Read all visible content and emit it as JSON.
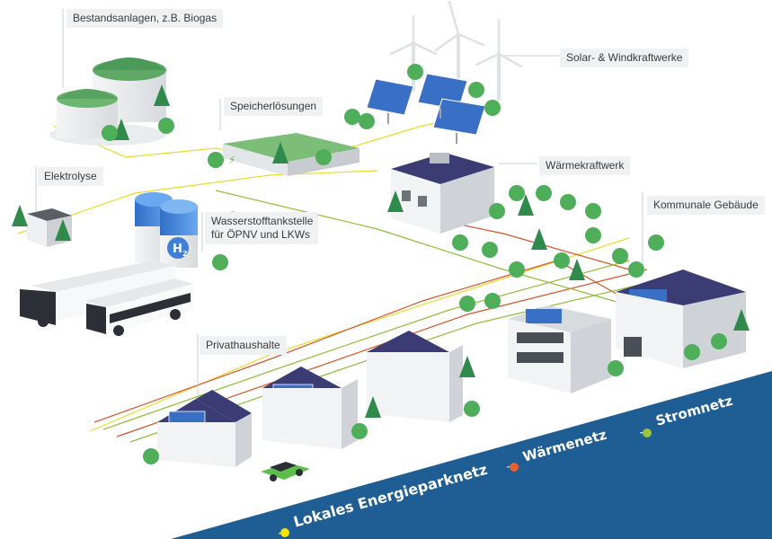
{
  "labels": {
    "biogas": "Bestandsanlagen, z.B. Biogas",
    "speicher": "Speicherlösungen",
    "solar_wind": "Solar- & Windkraftwerke",
    "elektrolyse": "Elektrolyse",
    "waermekraftwerk": "Wärmekraftwerk",
    "kommunal": "Kommunale Gebäude",
    "wasserstoff": "Wasserstofftankstelle für ÖPNV und LKWs",
    "privat": "Privathaushalte",
    "h2": "H",
    "h2_sub": "2"
  },
  "legend": {
    "lokal": "Lokales Energieparknetz",
    "waerme": "Wärmenetz",
    "strom": "Stromnetz"
  },
  "colors": {
    "banner": "#1f5e94",
    "lokal_dot": "#f2e600",
    "waerme_dot": "#e8612c",
    "strom_dot": "#9bc53d",
    "roof": "#3b3c74",
    "panel": "#3a6fc6",
    "tree": "#2f8a4c",
    "tree_light": "#4fae5a",
    "h2_tank": "#3f7fd6"
  }
}
